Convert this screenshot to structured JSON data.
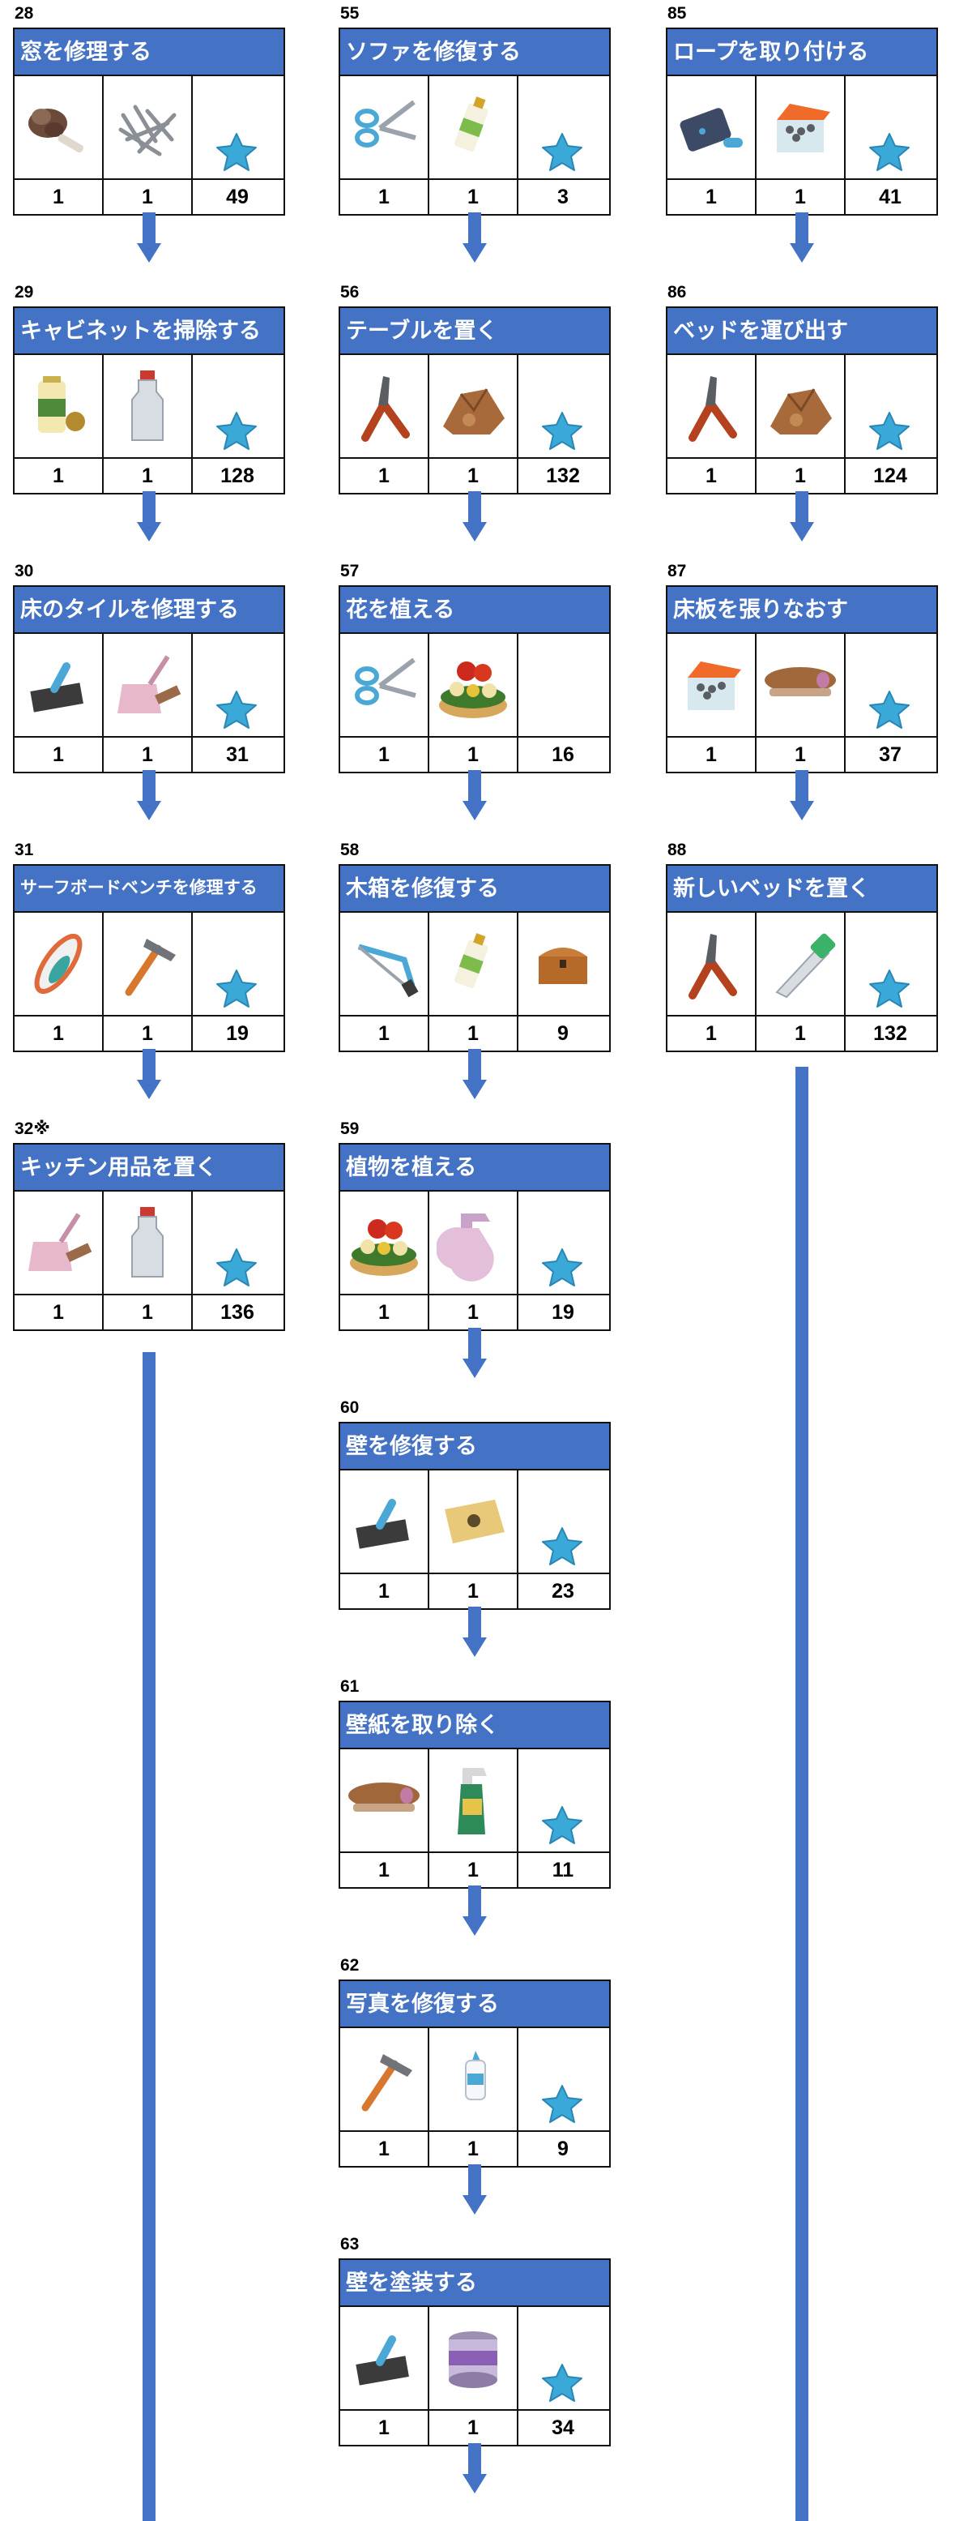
{
  "colors": {
    "header": "#4472c4",
    "arrow": "#4472c4",
    "star": "#3aa9d8"
  },
  "columns": [
    {
      "steps": [
        {
          "num": "28",
          "title": "窓を修理する",
          "icons": [
            "feather-duster-icon",
            "nails-icon"
          ],
          "counts": [
            "1",
            "1",
            "49"
          ]
        },
        {
          "num": "29",
          "title": "キャビネットを掃除する",
          "icons": [
            "cleaner-can-icon",
            "bottle-icon"
          ],
          "counts": [
            "1",
            "1",
            "128"
          ]
        },
        {
          "num": "30",
          "title": "床のタイルを修理する",
          "icons": [
            "trowel-icon",
            "dustpan-icon"
          ],
          "counts": [
            "1",
            "1",
            "31"
          ]
        },
        {
          "num": "31",
          "title": "サーフボードベンチを修理する",
          "icons": [
            "surfboard-icon",
            "hammer-icon"
          ],
          "counts": [
            "1",
            "1",
            "19"
          ]
        },
        {
          "num": "32※",
          "title": "キッチン用品を置く",
          "icons": [
            "dustpan-icon",
            "bottle-icon"
          ],
          "counts": [
            "1",
            "1",
            "136"
          ]
        }
      ]
    },
    {
      "steps": [
        {
          "num": "55",
          "title": "ソファを修復する",
          "icons": [
            "scissors-icon",
            "glue-tube-icon"
          ],
          "counts": [
            "1",
            "1",
            "3"
          ]
        },
        {
          "num": "56",
          "title": "テーブルを置く",
          "icons": [
            "pliers-icon",
            "wood-pile-icon"
          ],
          "counts": [
            "1",
            "1",
            "132"
          ]
        },
        {
          "num": "57",
          "title": "花を植える",
          "icons": [
            "scissors-icon",
            "flower-pot-icon"
          ],
          "counts": [
            "1",
            "1",
            "16"
          ]
        },
        {
          "num": "58",
          "title": "木箱を修復する",
          "icons": [
            "hacksaw-icon",
            "glue-tube-icon",
            "chest-icon"
          ],
          "counts": [
            "1",
            "1",
            "9"
          ]
        },
        {
          "num": "59",
          "title": "植物を植える",
          "icons": [
            "flower-pot-icon",
            "spray-bottle-icon"
          ],
          "counts": [
            "1",
            "1",
            "19"
          ]
        },
        {
          "num": "60",
          "title": "壁を修復する",
          "icons": [
            "trowel-icon",
            "cement-bag-icon"
          ],
          "counts": [
            "1",
            "1",
            "23"
          ]
        },
        {
          "num": "61",
          "title": "壁紙を取り除く",
          "icons": [
            "brush-icon",
            "cleaner-spray-icon"
          ],
          "counts": [
            "1",
            "1",
            "11"
          ]
        },
        {
          "num": "62",
          "title": "写真を修復する",
          "icons": [
            "hammer-icon",
            "glue-bottle-icon"
          ],
          "counts": [
            "1",
            "1",
            "9"
          ]
        },
        {
          "num": "63",
          "title": "壁を塗装する",
          "icons": [
            "trowel-icon",
            "paint-can-icon"
          ],
          "counts": [
            "1",
            "1",
            "34"
          ]
        }
      ]
    },
    {
      "steps": [
        {
          "num": "85",
          "title": "ロープを取り付ける",
          "icons": [
            "toolbox-icon",
            "nails-box-icon"
          ],
          "counts": [
            "1",
            "1",
            "41"
          ]
        },
        {
          "num": "86",
          "title": "ベッドを運び出す",
          "icons": [
            "pliers-icon",
            "wood-pile-icon"
          ],
          "counts": [
            "1",
            "1",
            "124"
          ]
        },
        {
          "num": "87",
          "title": "床板を張りなおす",
          "icons": [
            "nails-box-icon",
            "brush-icon"
          ],
          "counts": [
            "1",
            "1",
            "37"
          ]
        },
        {
          "num": "88",
          "title": "新しいベッドを置く",
          "icons": [
            "pliers-icon",
            "handsaw-icon"
          ],
          "counts": [
            "1",
            "1",
            "132"
          ]
        }
      ]
    }
  ]
}
